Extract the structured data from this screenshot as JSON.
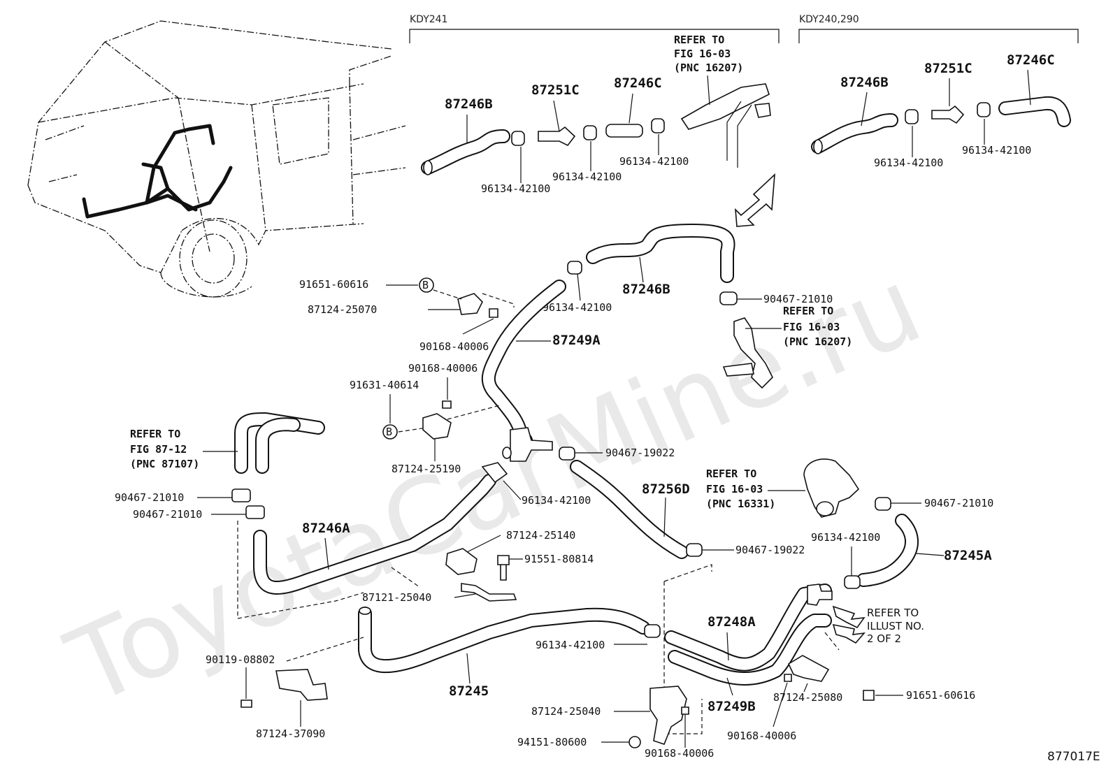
{
  "watermark": "ToyotaCarMine.ru",
  "figure_code": "877017E",
  "groups": {
    "kdy241": "KDY241",
    "kdy240_290": "KDY240,290"
  },
  "refs": {
    "top": {
      "line1": "REFER TO",
      "line2": "FIG 16-03",
      "line3": "(PNC 16207)"
    },
    "mid": {
      "line1": "REFER TO",
      "line2": "FIG 16-03",
      "line3": "(PNC 16207)"
    },
    "left": {
      "line1": "REFER TO",
      "line2": "FIG 87-12",
      "line3": "(PNC 87107)"
    },
    "thermo": {
      "line1": "REFER TO",
      "line2": "FIG 16-03",
      "line3": "(PNC 16331)"
    },
    "illust": {
      "line1": "REFER TO",
      "line2": "ILLUST NO.",
      "line3": "2 OF 2"
    }
  },
  "callout_b": "B",
  "hoses": {
    "h87246B_top": "87246B",
    "h87251C_top": "87251C",
    "h87246C_top": "87246C",
    "h87246B_right": "87246B",
    "h87251C_right": "87251C",
    "h87246C_right": "87246C",
    "h87246B_main": "87246B",
    "h87249A": "87249A",
    "h87246A": "87246A",
    "h87256D": "87256D",
    "h87245A": "87245A",
    "h87248A": "87248A",
    "h87245": "87245",
    "h87249B": "87249B"
  },
  "parts": {
    "p96134_a": "96134-42100",
    "p96134_b": "96134-42100",
    "p96134_c": "96134-42100",
    "p96134_d": "96134-42100",
    "p96134_e": "96134-42100",
    "p96134_f": "96134-42100",
    "p96134_g": "96134-42100",
    "p96134_h": "96134-42100",
    "p96134_i": "96134-42100",
    "p91651_a": "91651-60616",
    "p87124_25070": "87124-25070",
    "p90168_a": "90168-40006",
    "p90168_b": "90168-40006",
    "p91631": "91631-40614",
    "p87124_25190": "87124-25190",
    "p90467_19022_a": "90467-19022",
    "p90467_21010_a": "90467-21010",
    "p90467_21010_b": "90467-21010",
    "p90467_21010_c": "90467-21010",
    "p90467_21010_d": "90467-21010",
    "p87124_25140": "87124-25140",
    "p91551": "91551-80814",
    "p87121": "87121-25040",
    "p90467_19022_b": "90467-19022",
    "p90119": "90119-08802",
    "p87124_37090": "87124-37090",
    "p87124_25040": "87124-25040",
    "p94151": "94151-80600",
    "p90168_c": "90168-40006",
    "p90168_d": "90168-40006",
    "p87124_25080": "87124-25080",
    "p91651_b": "91651-60616"
  }
}
